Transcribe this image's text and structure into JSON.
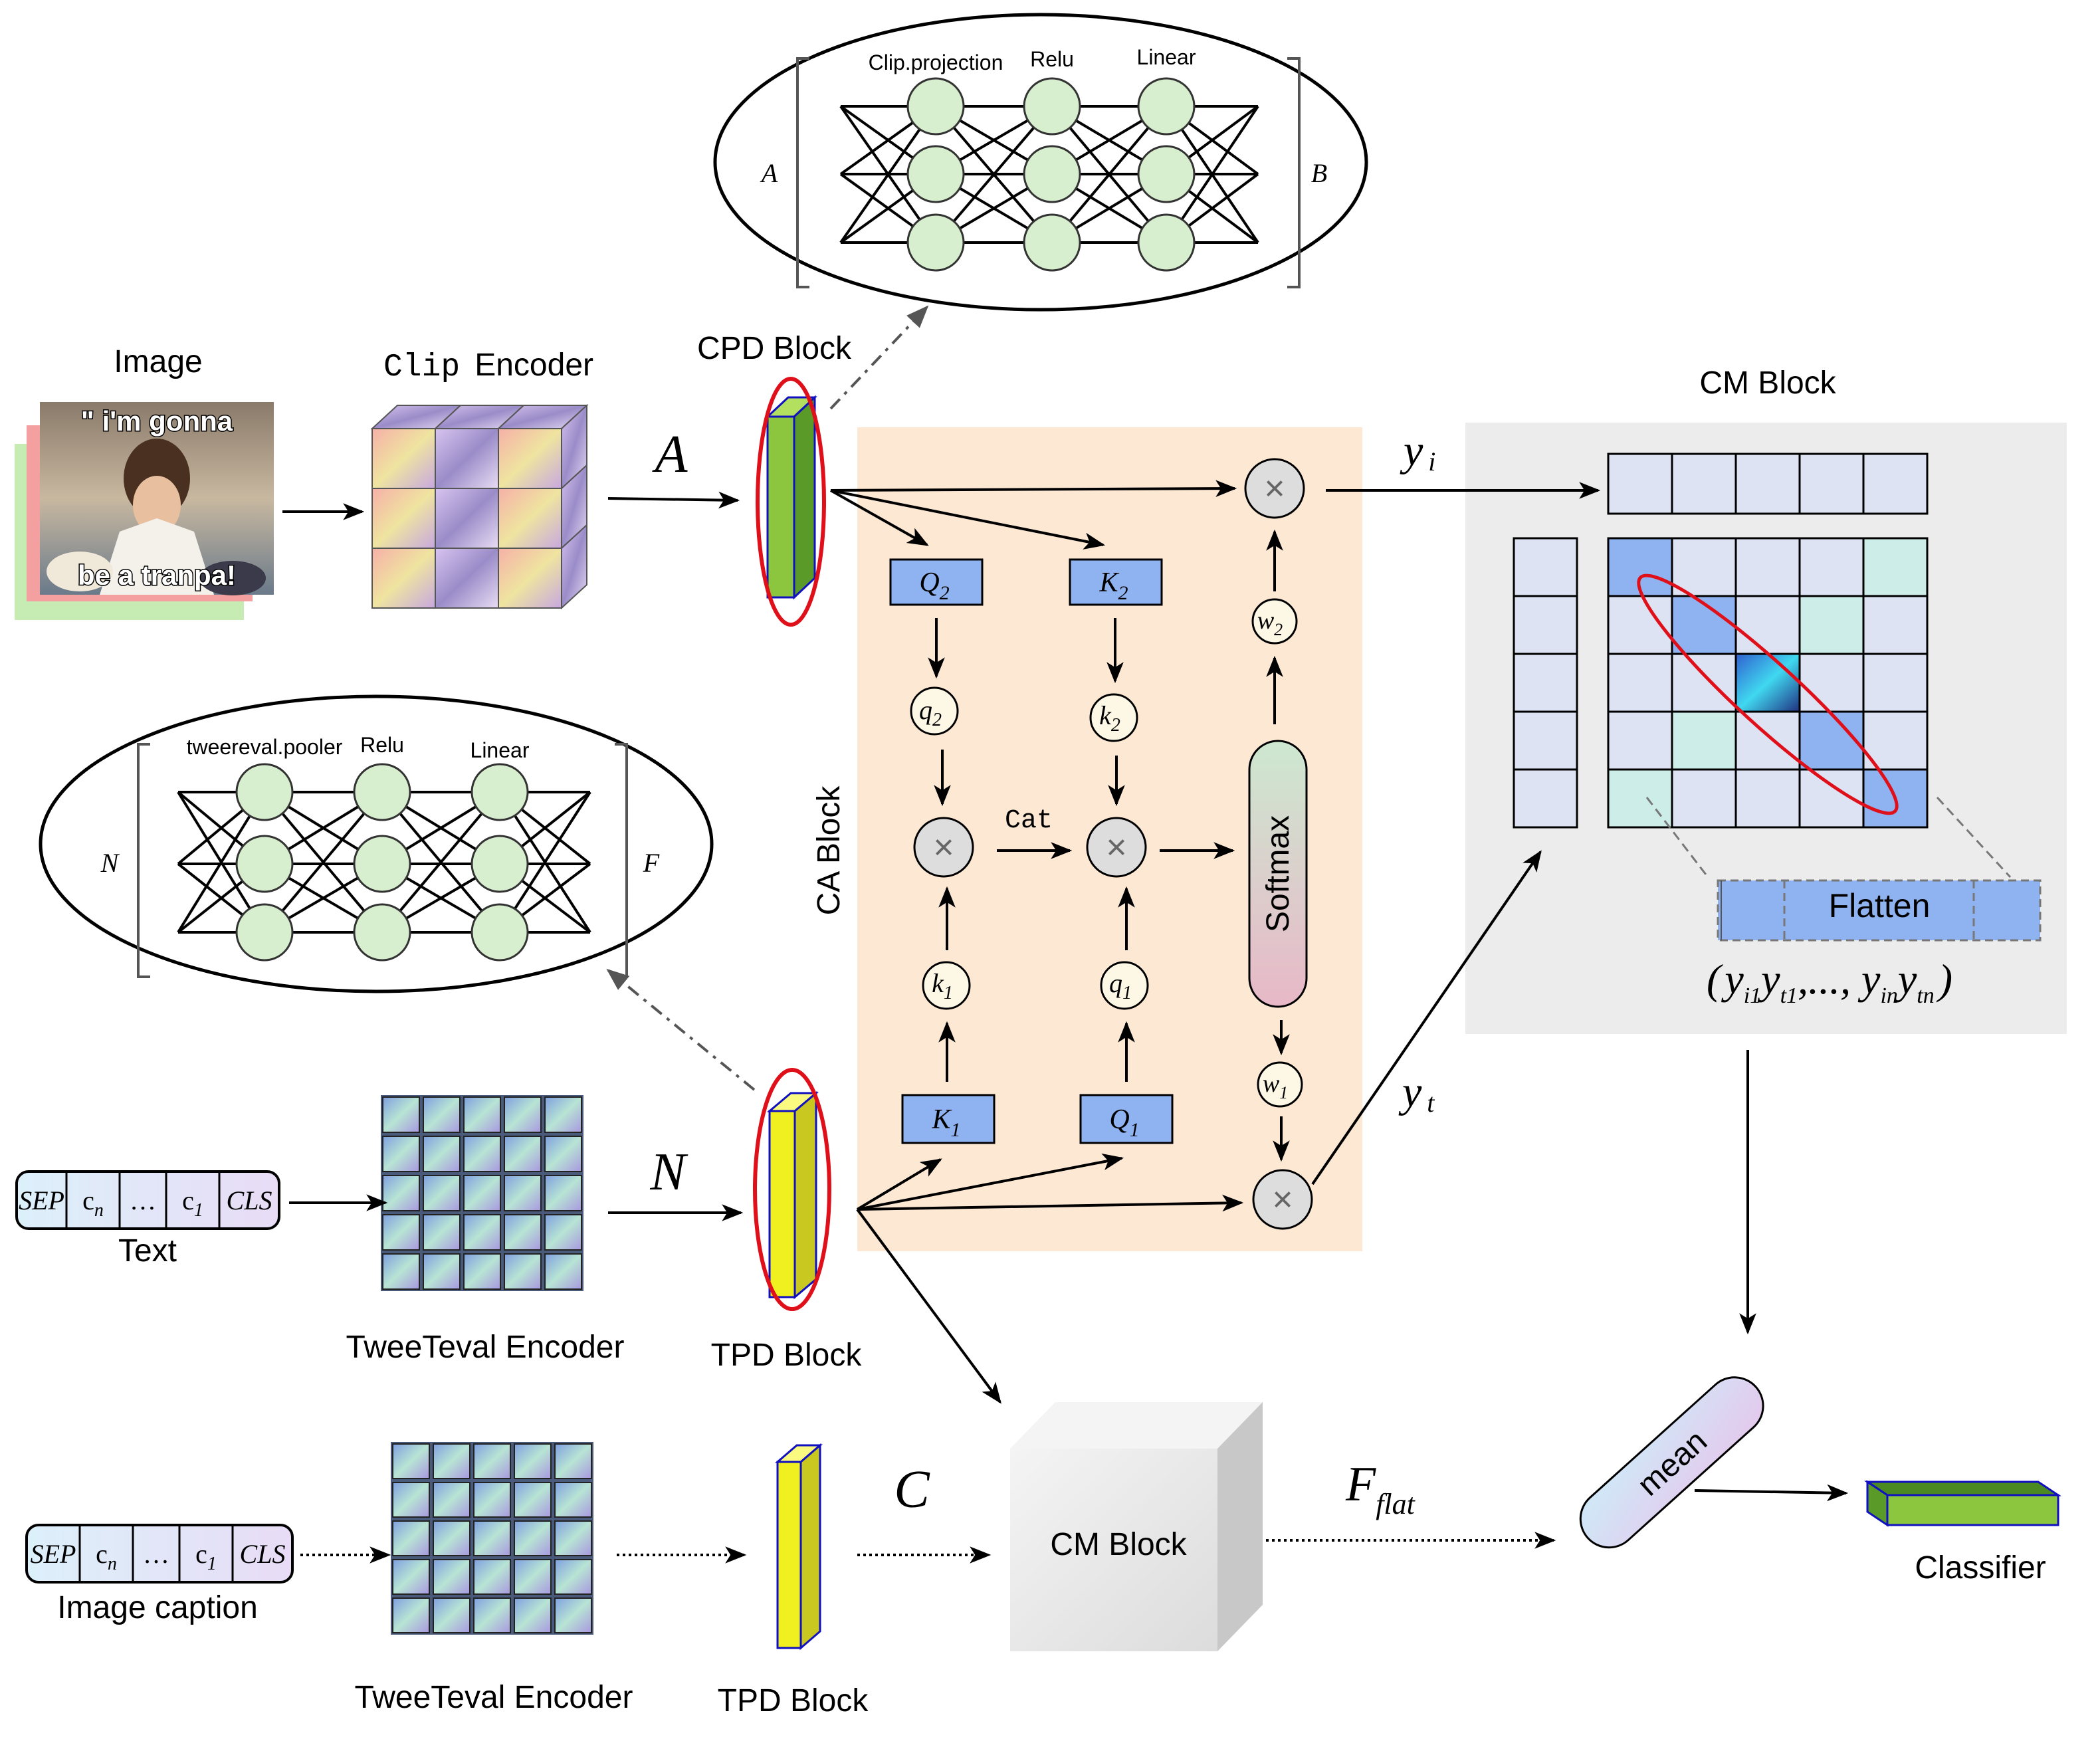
{
  "image_panel": {
    "label": "Image",
    "meme_top_text": "\" i'm gonna",
    "meme_bottom_text": "be a tranpa!"
  },
  "clip_encoder": {
    "label_mono": "Clip",
    "label_rest": "Encoder"
  },
  "cpd_block": {
    "label": "CPD Block",
    "arrow_var": "A",
    "detail": {
      "layers": [
        "Clip.projection",
        "Relu",
        "Linear"
      ],
      "input": "A",
      "output": "B"
    }
  },
  "tpd_block": {
    "label": "TPD Block",
    "arrow_var": "N",
    "detail": {
      "layers": [
        "tweereval.pooler",
        "Relu",
        "Linear"
      ],
      "input": "N",
      "output": "F"
    }
  },
  "text_panel": {
    "label": "Text",
    "tokens": [
      "SEP",
      "c",
      "…",
      "c",
      "CLS"
    ],
    "token_subscripts": [
      "",
      "n",
      "",
      "1",
      ""
    ]
  },
  "tweeteval_encoder": {
    "label": "TweeTeval Encoder"
  },
  "ca_block": {
    "label": "CA Block",
    "q2": "Q",
    "q2_sub": "2",
    "k2": "K",
    "k2_sub": "2",
    "k1": "K",
    "k1_sub": "1",
    "q1": "Q",
    "q1_sub": "1",
    "q2_small": "q",
    "q2_small_sub": "2",
    "k2_small": "k",
    "k2_small_sub": "2",
    "k1_small": "k",
    "k1_small_sub": "1",
    "q1_small": "q",
    "q1_small_sub": "1",
    "cat_label": "Cat",
    "softmax": "Softmax",
    "w2": "w",
    "w2_sub": "2",
    "w1": "w",
    "w1_sub": "1",
    "multiply_symbol": "×"
  },
  "outputs": {
    "yi": "y",
    "yi_sub": "i",
    "yt": "y",
    "yt_sub": "t"
  },
  "cm_block_top": {
    "label": "CM Block",
    "flatten": "Flatten",
    "sequence": {
      "open": "(",
      "close": ")",
      "dots": ",..., ",
      "comma": ","
    }
  },
  "caption_branch": {
    "label": "Image caption",
    "tokens": [
      "SEP",
      "c",
      "…",
      "c",
      "CLS"
    ],
    "token_subscripts": [
      "",
      "n",
      "",
      "1",
      ""
    ],
    "encoder_label": "TweeTeval Encoder",
    "tpd_label": "TPD Block",
    "arrow_var": "C"
  },
  "cm_block_bottom": {
    "label": "CM Block"
  },
  "f_flat": {
    "main": "F",
    "sub": "flat"
  },
  "mean": {
    "label": "mean"
  },
  "classifier": {
    "label": "Classifier"
  },
  "colors": {
    "cpd_green": "#8cc63f",
    "tpd_yellow": "#f0f020",
    "ring_red": "#e0101a",
    "qk_blue": "#8fb3f0",
    "ca_bg": "#fde8d4",
    "cm_bg": "#ececec",
    "node_green": "#d8efcf",
    "cell_lav": "#dde3f3"
  }
}
